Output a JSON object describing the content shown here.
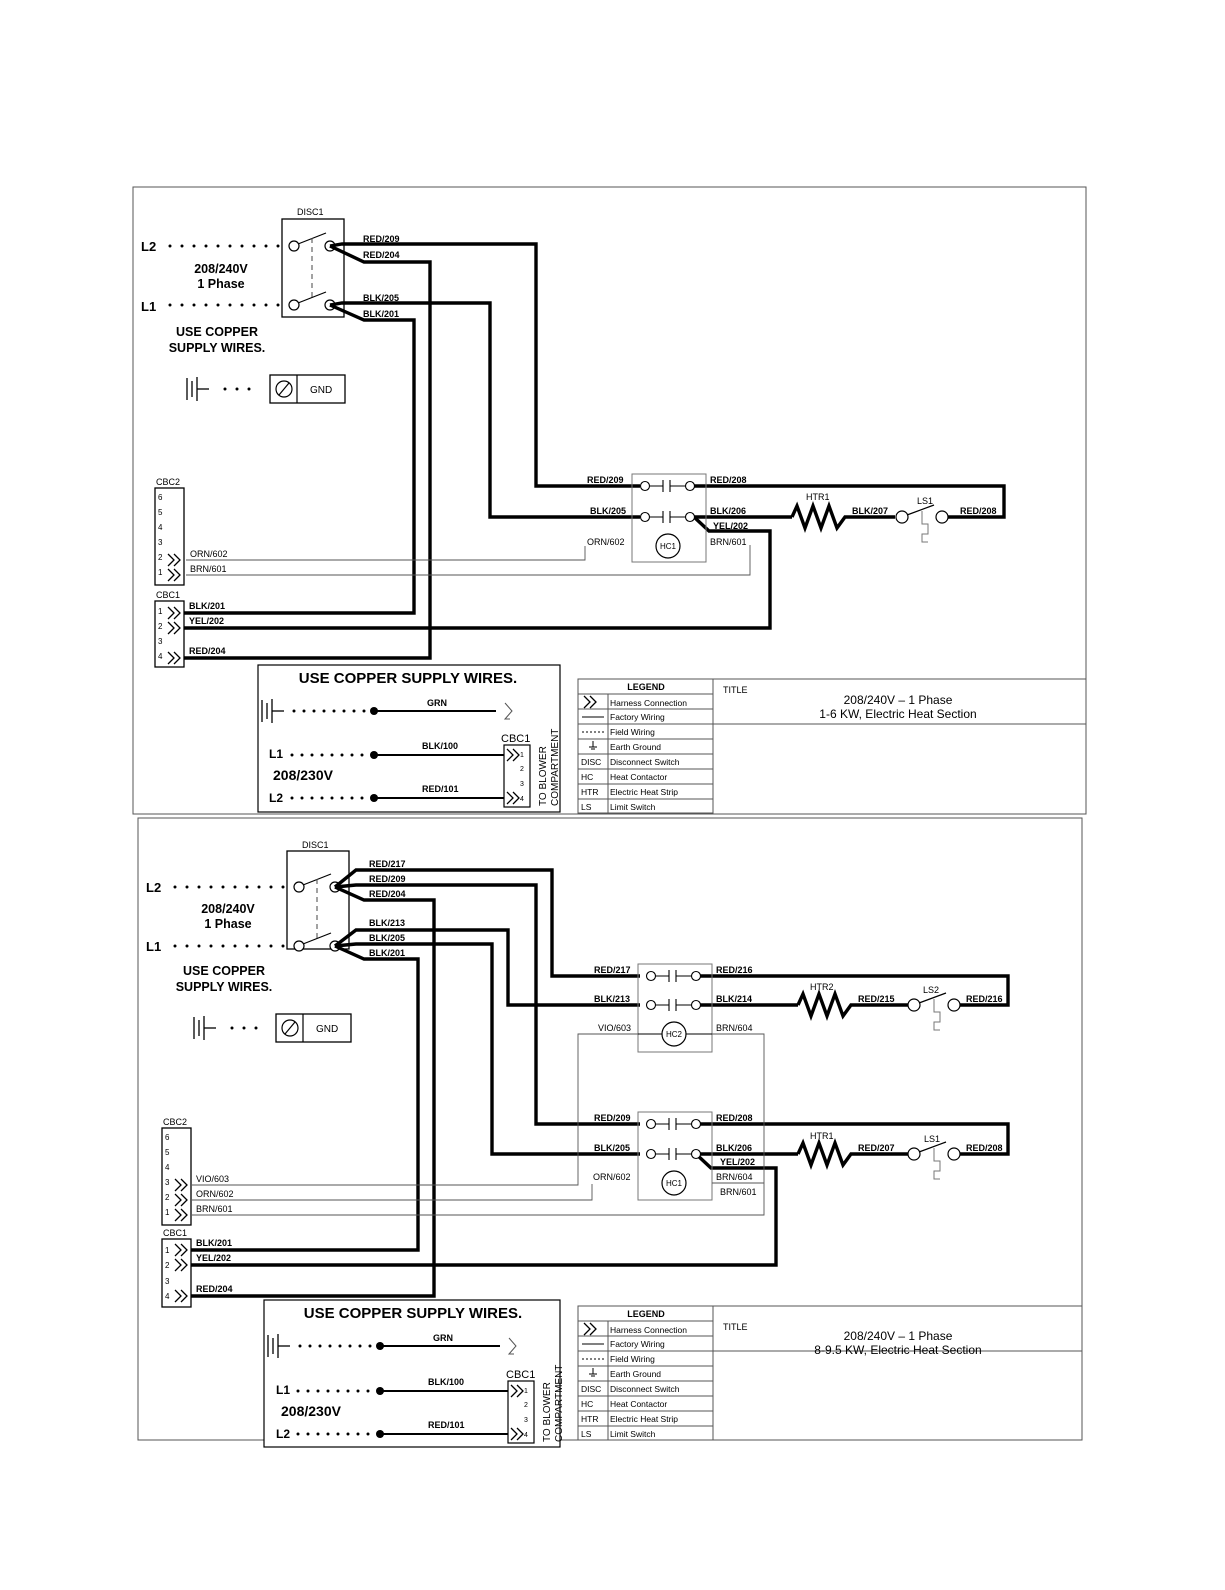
{
  "legend": {
    "header": "LEGEND",
    "rows": [
      {
        "code": "",
        "desc": "Harness Connection"
      },
      {
        "code": "",
        "desc": "Factory Wiring"
      },
      {
        "code": "",
        "desc": "Field Wiring"
      },
      {
        "code": "",
        "desc": "Earth Ground"
      },
      {
        "code": "DISC",
        "desc": "Disconnect Switch"
      },
      {
        "code": "HC",
        "desc": "Heat Contactor"
      },
      {
        "code": "HTR",
        "desc": "Electric Heat Strip"
      },
      {
        "code": "LS",
        "desc": "Limit Switch"
      }
    ]
  },
  "common": {
    "disc": "DISC1",
    "l1": "L1",
    "l2": "L2",
    "voltage": "208/240V",
    "phase": "1 Phase",
    "copper": "USE COPPER SUPPLY WIRES.",
    "gnd": "GND",
    "title_label": "TITLE",
    "inset_title": "USE COPPER SUPPLY WIRES.",
    "inset_grn": "GRN",
    "inset_l1": "L1",
    "inset_l2": "L2",
    "inset_voltage": "208/230V",
    "inset_blk": "BLK/100",
    "inset_red": "RED/101",
    "inset_cbc": "CBC1",
    "inset_side1": "TO BLOWER",
    "inset_side2": "COMPARTMENT",
    "cbc1": "CBC1",
    "cbc2": "CBC2"
  },
  "diagram1": {
    "title_line1": "208/240V – 1 Phase",
    "title_line2": "1-6 KW, Electric Heat Section",
    "disc_wires": [
      "RED/209",
      "RED/204",
      "BLK/205",
      "BLK/201"
    ],
    "cbc2_pins": [
      "6",
      "5",
      "4",
      "3",
      "2",
      "1"
    ],
    "cbc2_wires": [
      "ORN/602",
      "BRN/601"
    ],
    "cbc1_pins": [
      "1",
      "2",
      "3",
      "4"
    ],
    "cbc1_wires": [
      "BLK/201",
      "YEL/202",
      "RED/204"
    ],
    "hc1": {
      "label": "HC1",
      "in_top": "RED/209",
      "in_bot": "BLK/205",
      "coil_left": "ORN/602",
      "out_top": "RED/208",
      "out_bot": "BLK/206",
      "out_yel": "YEL/202",
      "out_brn": "BRN/601"
    },
    "htr": "HTR1",
    "htr_out": "BLK/207",
    "ls": "LS1",
    "ls_out": "RED/208"
  },
  "diagram2": {
    "title_line1": "208/240V – 1 Phase",
    "title_line2": "8-9.5 KW, Electric Heat Section",
    "disc_wires": [
      "RED/217",
      "RED/209",
      "RED/204",
      "BLK/213",
      "BLK/205",
      "BLK/201"
    ],
    "cbc2_pins": [
      "6",
      "5",
      "4",
      "3",
      "2",
      "1"
    ],
    "cbc2_wires": [
      "VIO/603",
      "ORN/602",
      "BRN/601"
    ],
    "cbc1_pins": [
      "1",
      "2",
      "3",
      "4"
    ],
    "cbc1_wires": [
      "BLK/201",
      "YEL/202",
      "RED/204"
    ],
    "hc2": {
      "label": "HC2",
      "in_top": "RED/217",
      "in_bot": "BLK/213",
      "coil_left": "VIO/603",
      "out_top": "RED/216",
      "out_bot": "BLK/214",
      "coil_right": "BRN/604"
    },
    "htr2": "HTR2",
    "htr2_out": "RED/215",
    "ls2": "LS2",
    "ls2_out": "RED/216",
    "hc1": {
      "label": "HC1",
      "in_top": "RED/209",
      "in_bot": "BLK/205",
      "coil_left": "ORN/602",
      "out_top": "RED/208",
      "out_bot": "BLK/206",
      "out_yel": "YEL/202",
      "out_brn604": "BRN/604",
      "out_brn": "BRN/601"
    },
    "htr1": "HTR1",
    "htr1_out": "RED/207",
    "ls1": "LS1",
    "ls1_out": "RED/208"
  }
}
